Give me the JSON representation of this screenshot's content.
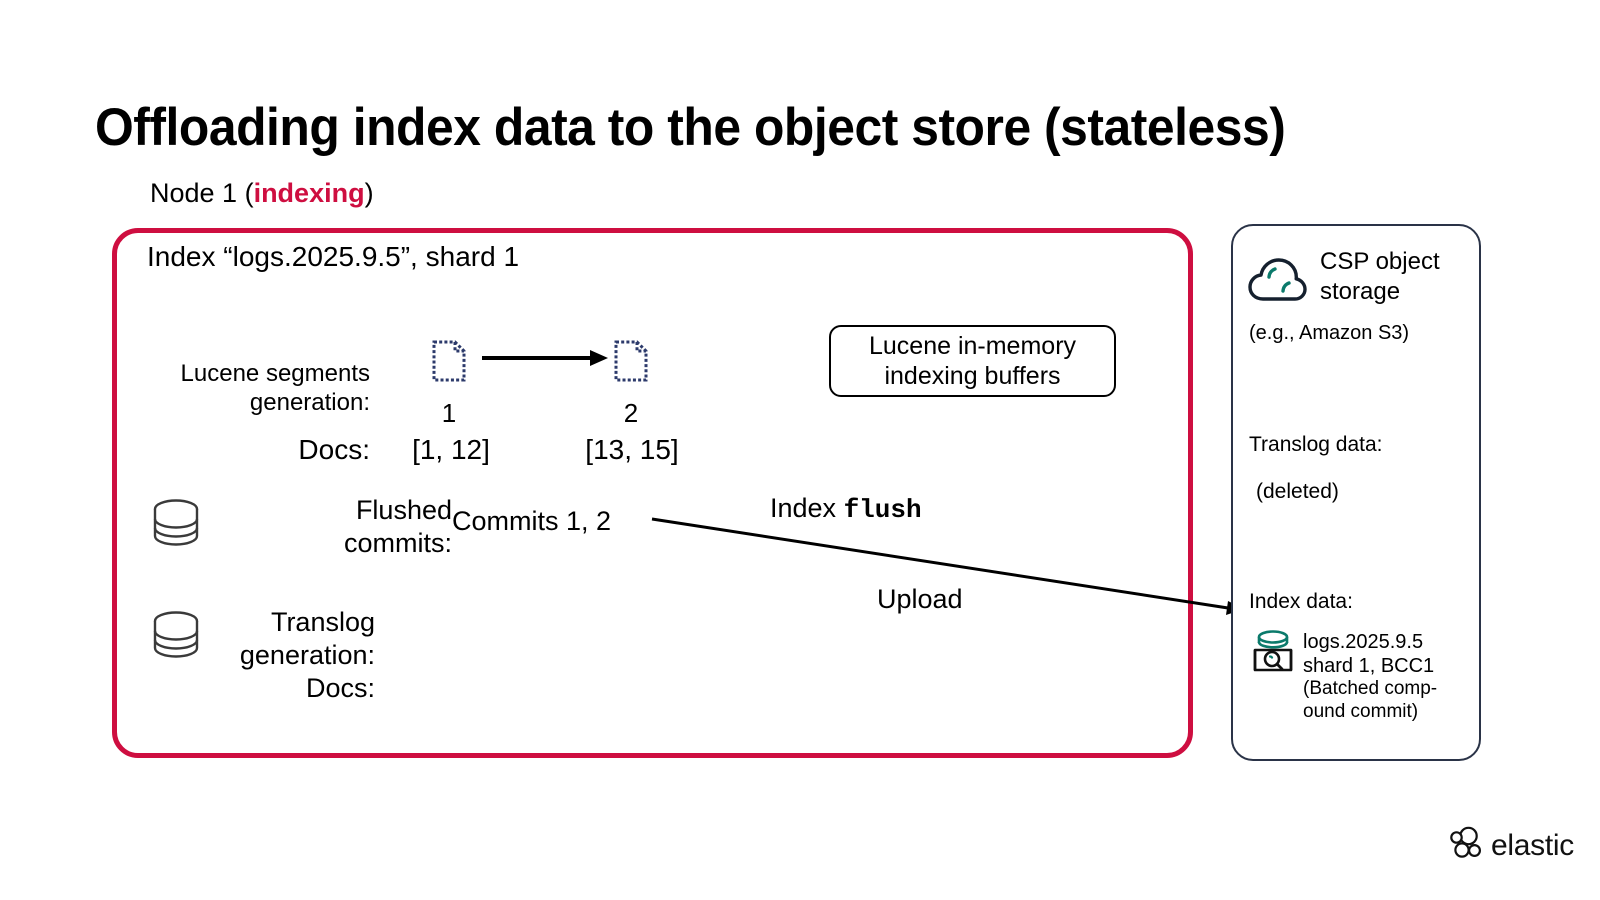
{
  "slide": {
    "title": "Offloading index data to the object store (stateless)",
    "node_label_prefix": "Node 1 (",
    "node_label_accent": "indexing",
    "node_label_suffix": ")",
    "accent_color": "#CE0E40",
    "teal_color": "#0B7A6B",
    "doc_icon_color": "#2c3a6b"
  },
  "node_box": {
    "index_title": "Index “logs.2025.9.5”, shard 1",
    "segments": {
      "label": "Lucene segments\ngeneration:",
      "label_line1": "Lucene segments",
      "label_line2": "generation:",
      "generations": [
        "1",
        "2"
      ],
      "docs_label": "Docs:",
      "docs_values": [
        "[1, 12]",
        "[13, 15]"
      ],
      "arrow_icon": "right-arrow-icon",
      "doc_icon": "document-icon"
    },
    "lucene_buffers": {
      "line1": "Lucene in-memory",
      "line2": "indexing buffers"
    },
    "flushed_commits": {
      "icon": "database-cylinder-icon",
      "label_line1": "Flushed",
      "label_line2": "commits:",
      "value": "Commits 1, 2"
    },
    "translog": {
      "icon": "database-cylinder-icon",
      "label_line1": "Translog",
      "label_line2": "generation:",
      "label_line3": "Docs:",
      "value": ""
    },
    "flush_label_prefix": "Index ",
    "flush_label_mono": "flush",
    "upload_label": "Upload"
  },
  "csp_panel": {
    "icon": "cloud-icon",
    "title_line1": "CSP object",
    "title_line2": "storage",
    "subtitle": "(e.g., Amazon S3)",
    "translog_data_label": "Translog data:",
    "translog_data_value": "(deleted)",
    "index_data_label": "Index data:",
    "index_data_icon": "indexed-search-icon",
    "index_data_line1": "logs.2025.9.5",
    "index_data_line2": "shard 1, BCC1",
    "index_data_line3": "(Batched comp-",
    "index_data_line4": "ound commit)"
  },
  "footer": {
    "logo_icon": "elastic-logo-icon",
    "logo_word": "elastic"
  }
}
